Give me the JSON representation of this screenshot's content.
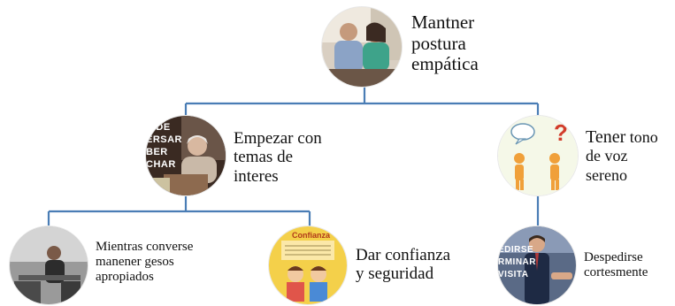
{
  "nodes": {
    "root": {
      "label": "Mantner\npostura\nempática"
    },
    "left": {
      "label": "Empezar con\ntemas de\ninteres",
      "image_text": [
        "E DE",
        "ERSAR",
        "BER",
        "CHAR"
      ]
    },
    "right": {
      "label_bold": "Tener",
      "label_rest": " tono\nde voz\nsereno"
    },
    "ll": {
      "label": "Mientras converse\nmanener gesos\napropiados"
    },
    "lr": {
      "label": "Dar confianza\ny seguridad",
      "image_text": "Confianza"
    },
    "rr": {
      "label": "Despedirse\ncortesmente",
      "image_text": [
        "EDIRSE",
        "RMINAR",
        "VISITA"
      ]
    }
  },
  "colors": {
    "connector": "#4a7db5"
  }
}
